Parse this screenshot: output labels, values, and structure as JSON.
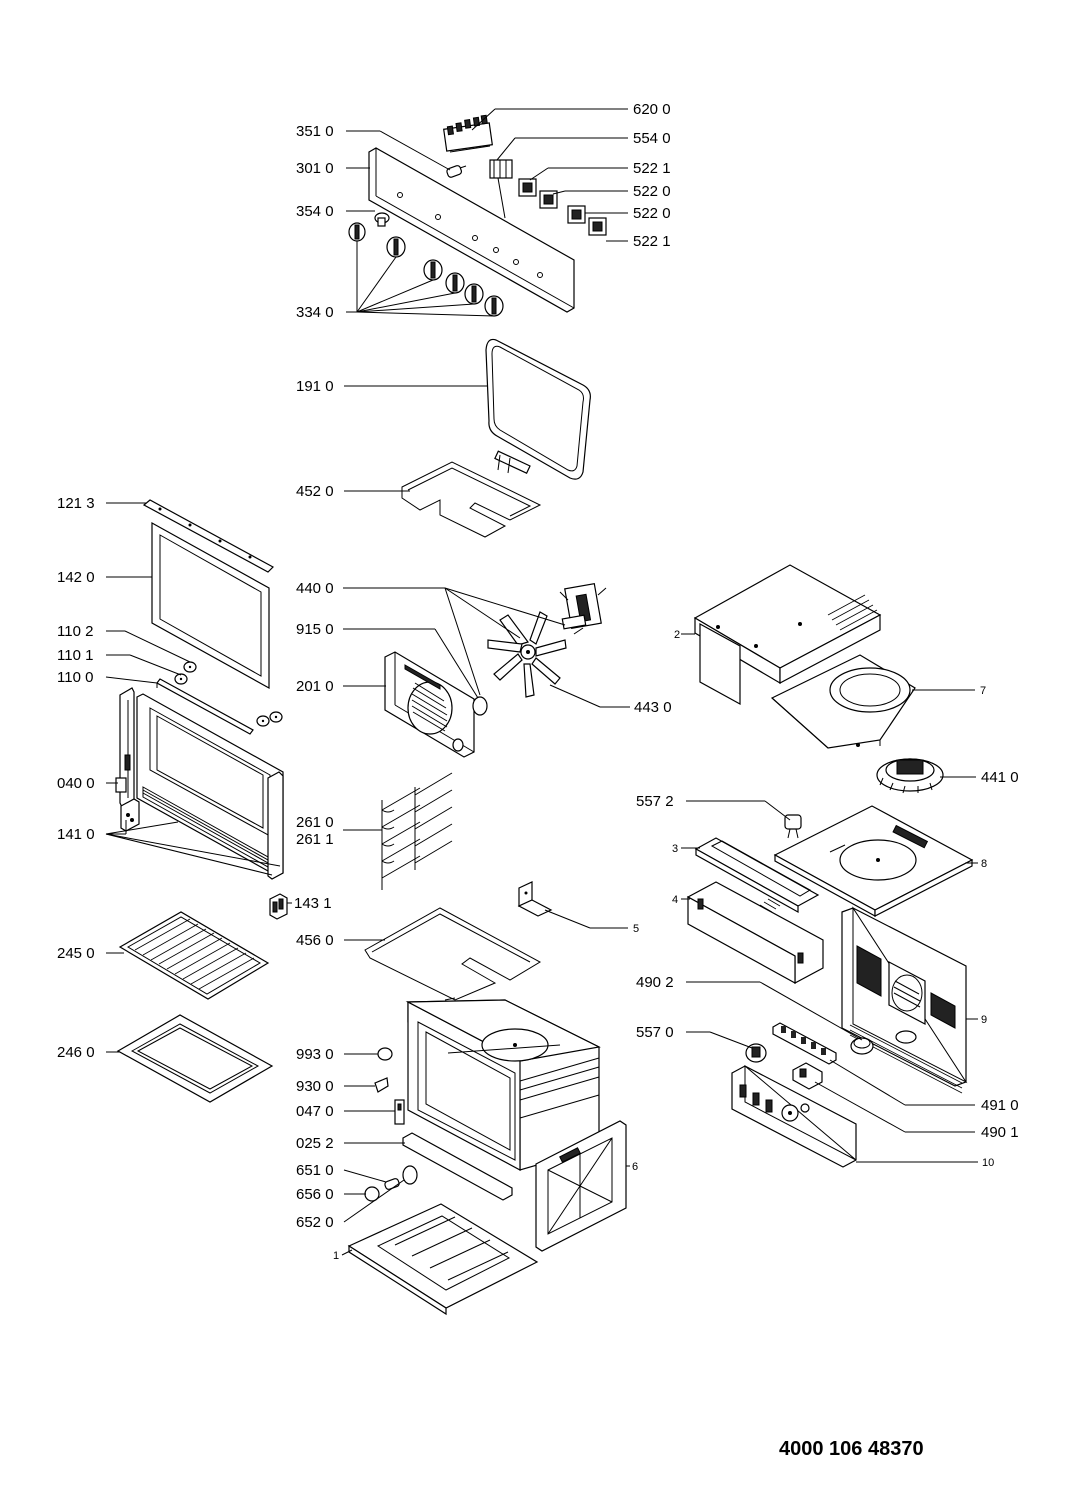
{
  "document_number": "4000 106 48370",
  "part_labels": {
    "p620_0": "620 0",
    "p351_0": "351 0",
    "p554_0": "554 0",
    "p301_0": "301 0",
    "p522_1a": "522 1",
    "p522_0a": "522 0",
    "p354_0": "354 0",
    "p522_0b": "522 0",
    "p522_1b": "522 1",
    "p334_0": "334 0",
    "p191_0": "191 0",
    "p452_0": "452 0",
    "p121_3": "121 3",
    "p142_0": "142 0",
    "p440_0": "440 0",
    "p915_0": "915 0",
    "p110_2": "110 2",
    "p110_1": "110 1",
    "p110_0": "110 0",
    "p201_0": "201 0",
    "p443_0": "443 0",
    "p2": "2",
    "p7": "7",
    "p441_0": "441 0",
    "p040_0": "040 0",
    "p557_2": "557 2",
    "p261_0": "261 0",
    "p261_1": "261 1",
    "p141_0": "141 0",
    "p3": "3",
    "p8": "8",
    "p143_1": "143 1",
    "p4": "4",
    "p5": "5",
    "p456_0": "456 0",
    "p245_0": "245 0",
    "p490_2": "490 2",
    "p9": "9",
    "p557_0": "557 0",
    "p246_0": "246 0",
    "p993_0": "993 0",
    "p930_0": "930 0",
    "p047_0": "047 0",
    "p491_0": "491 0",
    "p490_1": "490 1",
    "p025_2": "025 2",
    "p10": "10",
    "p651_0": "651 0",
    "p6": "6",
    "p656_0": "656 0",
    "p652_0": "652 0",
    "p1": "1"
  }
}
